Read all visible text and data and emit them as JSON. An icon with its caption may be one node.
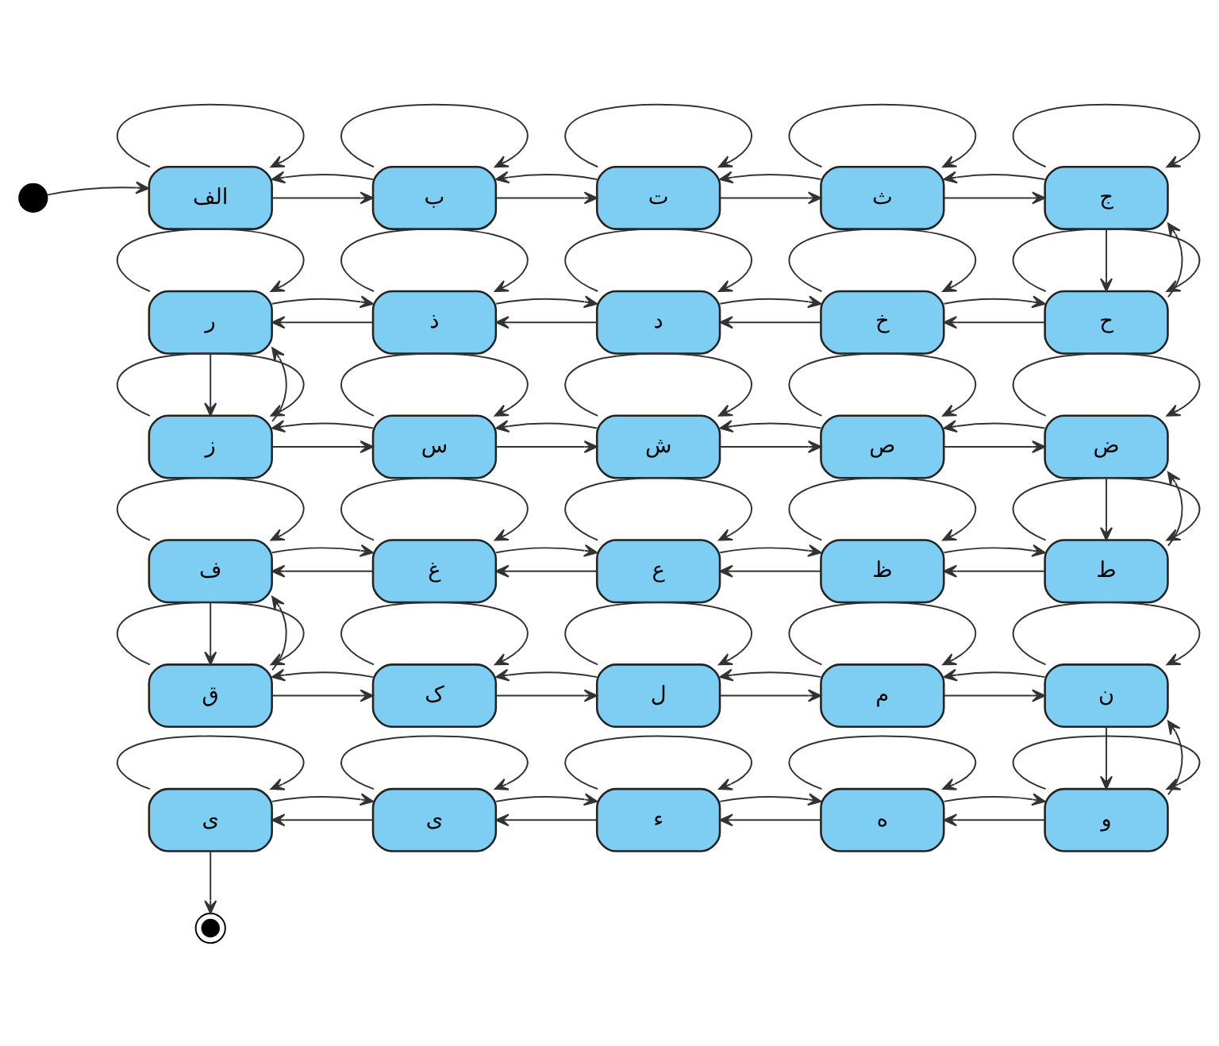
{
  "diagram": {
    "nodes": [
      {
        "text": [],
        "shape": "circle"
      },
      {
        "text": [
          "الف"
        ]
      },
      {
        "text": [
          "ب"
        ]
      },
      {
        "text": [
          "ت"
        ]
      },
      {
        "text": [
          "ث"
        ]
      },
      {
        "text": [
          "ج"
        ]
      },
      {
        "text": [
          "ر"
        ]
      },
      {
        "text": [
          "ذ"
        ]
      },
      {
        "text": [
          "د"
        ]
      },
      {
        "text": [
          "خ"
        ]
      },
      {
        "text": [
          "ح"
        ]
      },
      {
        "text": [
          "ز"
        ]
      },
      {
        "text": [
          "س"
        ]
      },
      {
        "text": [
          "ش"
        ]
      },
      {
        "text": [
          "ص"
        ]
      },
      {
        "text": [
          "ض"
        ]
      },
      {
        "text": [
          "ف"
        ]
      },
      {
        "text": [
          "غ"
        ]
      },
      {
        "text": [
          "ع"
        ]
      },
      {
        "text": [
          "ظ"
        ]
      },
      {
        "text": [
          "ط"
        ]
      },
      {
        "text": [
          "ق"
        ]
      },
      {
        "text": [
          "ک"
        ]
      },
      {
        "text": [
          "ل"
        ]
      },
      {
        "text": [
          "م"
        ]
      },
      {
        "text": [
          "ن"
        ]
      },
      {
        "text": [
          "ی"
        ]
      },
      {
        "text": [
          "ی"
        ]
      },
      {
        "text": [
          "ء"
        ]
      },
      {
        "text": [
          "ه"
        ]
      },
      {
        "text": [
          "و"
        ]
      },
      {
        "text": [],
        "shape": "circle"
      }
    ],
    "edges": [
      {
        "from": 0,
        "to": 1,
        "arrow": "to"
      },
      {
        "from": 1,
        "to": 1,
        "arrow": "to"
      },
      {
        "from": 1,
        "to": 2,
        "arrow": "to"
      },
      {
        "from": 2,
        "to": 1,
        "arrow": "to"
      },
      {
        "from": 2,
        "to": 2,
        "arrow": "to"
      },
      {
        "from": 2,
        "to": 3,
        "arrow": "to"
      },
      {
        "from": 3,
        "to": 2,
        "arrow": "to"
      },
      {
        "from": 3,
        "to": 3,
        "arrow": "to"
      },
      {
        "from": 3,
        "to": 4,
        "arrow": "to"
      },
      {
        "from": 4,
        "to": 3,
        "arrow": "to"
      },
      {
        "from": 4,
        "to": 4,
        "arrow": "to"
      },
      {
        "from": 4,
        "to": 5,
        "arrow": "to"
      },
      {
        "from": 5,
        "to": 4,
        "arrow": "to"
      },
      {
        "from": 5,
        "to": 5,
        "arrow": "to"
      },
      {
        "from": 5,
        "to": 10,
        "arrow": "to"
      },
      {
        "from": 10,
        "to": 5,
        "arrow": "to"
      },
      {
        "from": 10,
        "to": 10,
        "arrow": "to"
      },
      {
        "from": 10,
        "to": 9,
        "arrow": "to"
      },
      {
        "from": 9,
        "to": 10,
        "arrow": "to"
      },
      {
        "from": 9,
        "to": 9,
        "arrow": "to"
      },
      {
        "from": 9,
        "to": 8,
        "arrow": "to"
      },
      {
        "from": 8,
        "to": 9,
        "arrow": "to"
      },
      {
        "from": 8,
        "to": 8,
        "arrow": "to"
      },
      {
        "from": 8,
        "to": 7,
        "arrow": "to"
      },
      {
        "from": 7,
        "to": 8,
        "arrow": "to"
      },
      {
        "from": 7,
        "to": 7,
        "arrow": "to"
      },
      {
        "from": 7,
        "to": 6,
        "arrow": "to"
      },
      {
        "from": 6,
        "to": 7,
        "arrow": "to"
      },
      {
        "from": 6,
        "to": 6,
        "arrow": "to"
      },
      {
        "from": 6,
        "to": 11,
        "arrow": "to"
      },
      {
        "from": 11,
        "to": 6,
        "arrow": "to"
      },
      {
        "from": 11,
        "to": 11,
        "arrow": "to"
      },
      {
        "from": 11,
        "to": 12,
        "arrow": "to"
      },
      {
        "from": 12,
        "to": 11,
        "arrow": "to"
      },
      {
        "from": 12,
        "to": 12,
        "arrow": "to"
      },
      {
        "from": 12,
        "to": 13,
        "arrow": "to"
      },
      {
        "from": 13,
        "to": 12,
        "arrow": "to"
      },
      {
        "from": 13,
        "to": 13,
        "arrow": "to"
      },
      {
        "from": 13,
        "to": 14,
        "arrow": "to"
      },
      {
        "from": 14,
        "to": 13,
        "arrow": "to"
      },
      {
        "from": 14,
        "to": 14,
        "arrow": "to"
      },
      {
        "from": 14,
        "to": 15,
        "arrow": "to"
      },
      {
        "from": 15,
        "to": 14,
        "arrow": "to"
      },
      {
        "from": 15,
        "to": 15,
        "arrow": "to"
      },
      {
        "from": 15,
        "to": 20,
        "arrow": "to"
      },
      {
        "from": 20,
        "to": 15,
        "arrow": "to"
      },
      {
        "from": 20,
        "to": 20,
        "arrow": "to"
      },
      {
        "from": 20,
        "to": 19,
        "arrow": "to"
      },
      {
        "from": 19,
        "to": 20,
        "arrow": "to"
      },
      {
        "from": 19,
        "to": 19,
        "arrow": "to"
      },
      {
        "from": 19,
        "to": 18,
        "arrow": "to"
      },
      {
        "from": 18,
        "to": 19,
        "arrow": "to"
      },
      {
        "from": 18,
        "to": 18,
        "arrow": "to"
      },
      {
        "from": 18,
        "to": 17,
        "arrow": "to"
      },
      {
        "from": 17,
        "to": 18,
        "arrow": "to"
      },
      {
        "from": 17,
        "to": 17,
        "arrow": "to"
      },
      {
        "from": 17,
        "to": 16,
        "arrow": "to"
      },
      {
        "from": 16,
        "to": 17,
        "arrow": "to"
      },
      {
        "from": 16,
        "to": 16,
        "arrow": "to"
      },
      {
        "from": 16,
        "to": 21,
        "arrow": "to"
      },
      {
        "from": 21,
        "to": 16,
        "arrow": "to"
      },
      {
        "from": 21,
        "to": 21,
        "arrow": "to"
      },
      {
        "from": 21,
        "to": 22,
        "arrow": "to"
      },
      {
        "from": 22,
        "to": 21,
        "arrow": "to"
      },
      {
        "from": 22,
        "to": 22,
        "arrow": "to"
      },
      {
        "from": 22,
        "to": 23,
        "arrow": "to"
      },
      {
        "from": 23,
        "to": 22,
        "arrow": "to"
      },
      {
        "from": 23,
        "to": 23,
        "arrow": "to"
      },
      {
        "from": 23,
        "to": 24,
        "arrow": "to"
      },
      {
        "from": 24,
        "to": 23,
        "arrow": "to"
      },
      {
        "from": 24,
        "to": 24,
        "arrow": "to"
      },
      {
        "from": 24,
        "to": 25,
        "arrow": "to"
      },
      {
        "from": 25,
        "to": 24,
        "arrow": "to"
      },
      {
        "from": 25,
        "to": 25,
        "arrow": "to"
      },
      {
        "from": 25,
        "to": 30,
        "arrow": "to"
      },
      {
        "from": 30,
        "to": 25,
        "arrow": "to"
      },
      {
        "from": 30,
        "to": 30,
        "arrow": "to"
      },
      {
        "from": 30,
        "to": 29,
        "arrow": "to"
      },
      {
        "from": 29,
        "to": 30,
        "arrow": "to"
      },
      {
        "from": 29,
        "to": 29,
        "arrow": "to"
      },
      {
        "from": 29,
        "to": 28,
        "arrow": "to"
      },
      {
        "from": 28,
        "to": 29,
        "arrow": "to"
      },
      {
        "from": 28,
        "to": 28,
        "arrow": "to"
      },
      {
        "from": 28,
        "to": 27,
        "arrow": "to"
      },
      {
        "from": 27,
        "to": 28,
        "arrow": "to"
      },
      {
        "from": 27,
        "to": 27,
        "arrow": "to"
      },
      {
        "from": 27,
        "to": 26,
        "arrow": "to"
      },
      {
        "from": 26,
        "to": 27,
        "arrow": "to"
      },
      {
        "from": 26,
        "to": 26,
        "arrow": "to"
      },
      {
        "from": 26,
        "to": 31,
        "arrow": "to"
      }
    ]
  }
}
